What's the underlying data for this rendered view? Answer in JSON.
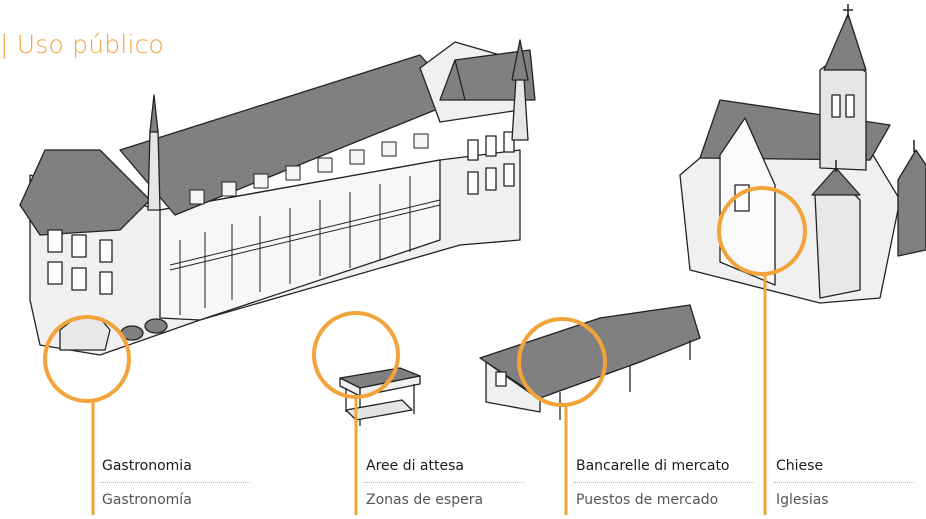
{
  "title": "| Uso público",
  "colors": {
    "accent": "#f2a33a",
    "roof": "#808080",
    "wall": "#f0f0f0",
    "outline": "#222222"
  },
  "categories": [
    {
      "italian": "Gastronomia",
      "spanish": "Gastronomía"
    },
    {
      "italian": "Aree di attesa",
      "spanish": "Zonas de espera"
    },
    {
      "italian": "Bancarelle di mercato",
      "spanish": "Puestos de mercado"
    },
    {
      "italian": "Chiese",
      "spanish": "Iglesias"
    }
  ]
}
